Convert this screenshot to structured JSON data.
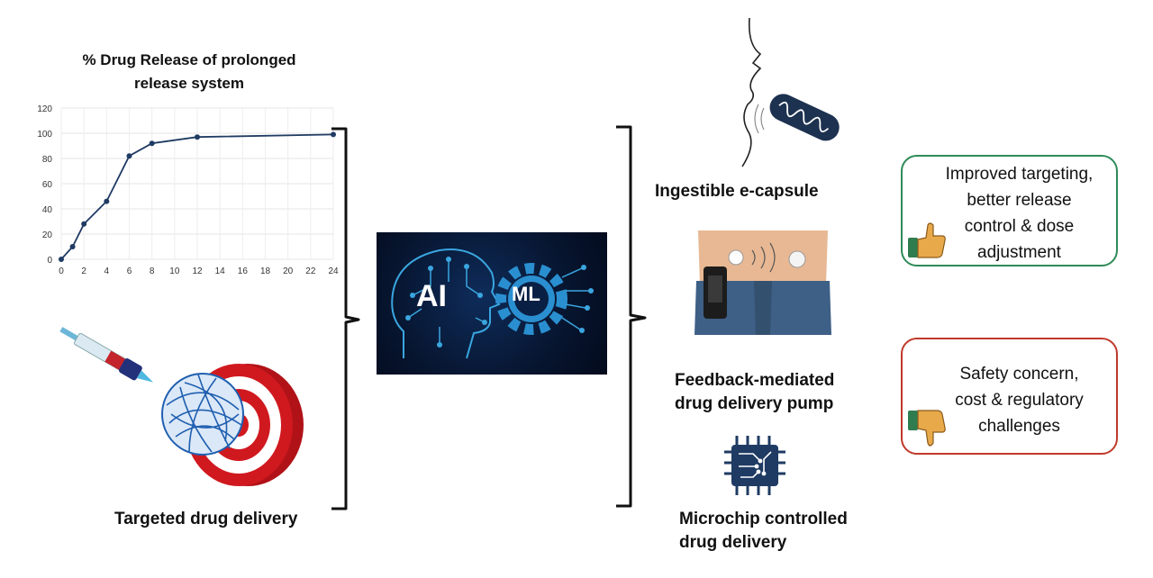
{
  "chart_data": {
    "type": "line",
    "title": "% Drug Release of prolonged release system",
    "title_lines": [
      "% Drug Release of prolonged",
      "release system"
    ],
    "x": [
      0,
      1,
      2,
      4,
      6,
      8,
      12,
      24
    ],
    "y": [
      0,
      10,
      28,
      46,
      82,
      92,
      97,
      99
    ],
    "xlim": [
      0,
      24
    ],
    "ylim": [
      0,
      120
    ],
    "x_ticks": [
      "0",
      "2",
      "4",
      "6",
      "8",
      "10",
      "12",
      "14",
      "16",
      "18",
      "20",
      "22",
      "24"
    ],
    "y_ticks": [
      "0",
      "20",
      "40",
      "60",
      "80",
      "100",
      "120"
    ],
    "grid": true,
    "line_color": "#1f3b63"
  },
  "labels": {
    "targeted": "Targeted drug delivery",
    "ingestible": "Ingestible e-capsule",
    "feedback_lines": [
      "Feedback-mediated",
      "drug delivery pump"
    ],
    "microchip_lines": [
      "Microchip controlled",
      "drug delivery"
    ]
  },
  "ai_panel": {
    "ai": "AI",
    "ml": "ML"
  },
  "pros": {
    "lines": [
      "Improved targeting,",
      "better release",
      "control & dose",
      "adjustment"
    ],
    "border_color": "#2e8b57",
    "icon": "thumbs-up-icon"
  },
  "cons": {
    "lines": [
      "Safety concern,",
      "cost & regulatory",
      "challenges"
    ],
    "border_color": "#c0392b",
    "icon": "thumbs-down-icon"
  },
  "colors": {
    "panel_bg": "#07152f",
    "circuit": "#3aa6e0",
    "gear": "#2a8fd0",
    "target_red": "#d0191f"
  }
}
